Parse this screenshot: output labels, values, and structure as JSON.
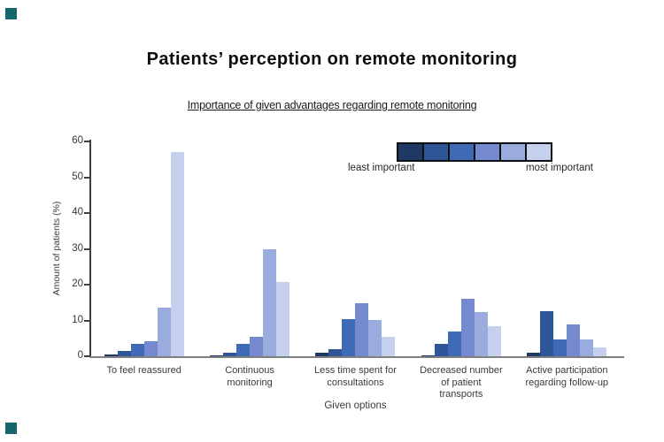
{
  "title": "Patients’ perception on remote monitoring",
  "subtitle": "Importance of given advantages regarding remote monitoring",
  "legend": {
    "least_label": "least important",
    "most_label": "most important"
  },
  "decor": {
    "corner_marker_color": "#14666a"
  },
  "chart_data": {
    "type": "bar",
    "title": "Patients’ perception on remote monitoring",
    "subtitle": "Importance of given advantages regarding remote monitoring",
    "xlabel": "Given options",
    "ylabel": "Amount of patients  (%)",
    "ylim": [
      0,
      60
    ],
    "yticks": [
      0,
      10,
      20,
      30,
      40,
      50,
      60
    ],
    "grid": false,
    "legend_position": "top-right",
    "legend_scale": {
      "left": "least important",
      "right": "most important"
    },
    "categories": [
      "To feel reassured",
      "Continuous monitoring",
      "Less time spent for consultations",
      "Decreased number of patient transports",
      "Active participation regarding follow-up"
    ],
    "categories_lines": [
      [
        "To feel reassured"
      ],
      [
        "Continuous",
        "monitoring"
      ],
      [
        "Less time spent for",
        "consultations"
      ],
      [
        "Decreased number",
        "of patient",
        "transports"
      ],
      [
        "Active participation",
        "regarding follow-up"
      ]
    ],
    "series": [
      {
        "name": "rank 1 (least important)",
        "color": "#1f3864",
        "values": [
          0.5,
          0.3,
          0.9,
          0.3,
          1.0
        ]
      },
      {
        "name": "rank 2",
        "color": "#2e5596",
        "values": [
          1.5,
          1.0,
          1.9,
          3.5,
          12.5
        ]
      },
      {
        "name": "rank 3",
        "color": "#3f6ab5",
        "values": [
          3.5,
          3.5,
          10.4,
          7.0,
          4.6
        ]
      },
      {
        "name": "rank 4",
        "color": "#7489ce",
        "values": [
          4.3,
          5.4,
          14.8,
          16.0,
          9.0
        ]
      },
      {
        "name": "rank 5",
        "color": "#9aacde",
        "values": [
          13.7,
          29.8,
          10.2,
          12.4,
          4.6
        ]
      },
      {
        "name": "rank 6 (most important)",
        "color": "#c5cfee",
        "values": [
          57.0,
          20.8,
          5.4,
          8.3,
          2.4
        ]
      }
    ]
  }
}
